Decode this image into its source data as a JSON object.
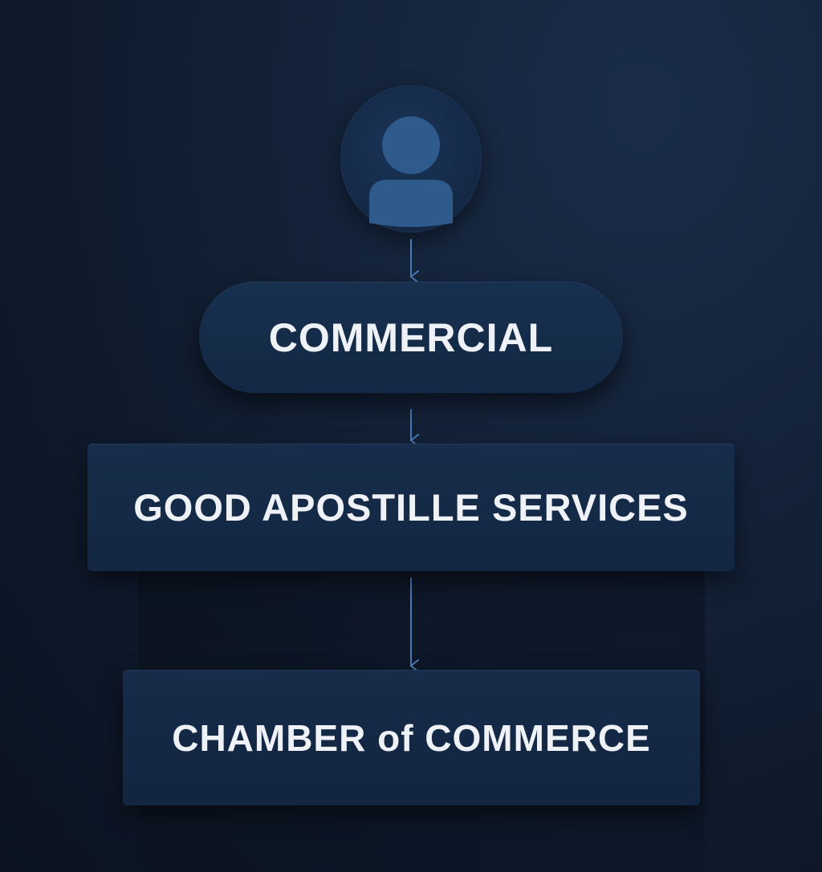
{
  "diagram": {
    "top_icon": "user-avatar-icon",
    "nodes": [
      {
        "id": "commercial",
        "label": "COMMERCIAL",
        "shape": "pill"
      },
      {
        "id": "apostille",
        "label": "GOOD APOSTILLE SERVICES",
        "shape": "rectangle"
      },
      {
        "id": "chamber",
        "label": "CHAMBER of COMMERCE",
        "shape": "rectangle"
      }
    ],
    "edges": [
      {
        "from": "user",
        "to": "commercial"
      },
      {
        "from": "commercial",
        "to": "apostille"
      },
      {
        "from": "apostille",
        "to": "chamber"
      }
    ]
  },
  "colors": {
    "background": "#111c2e",
    "node_fill": "#152a47",
    "avatar_fill": "#2e5b8c",
    "arrow": "#4a7bb8",
    "text": "#eef1f6"
  }
}
